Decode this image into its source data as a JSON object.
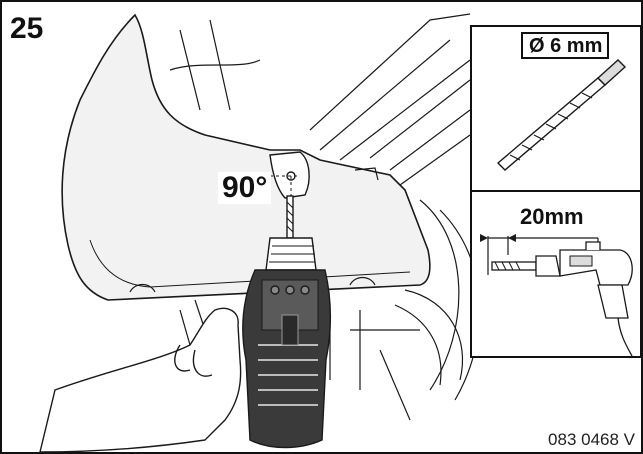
{
  "step": {
    "number": "25"
  },
  "main_view": {
    "angle": "90°"
  },
  "detail_drill_bit": {
    "size": "Ø 6 mm"
  },
  "detail_depth": {
    "depth": "20mm"
  },
  "footer": {
    "part_number": "083 0468 V"
  },
  "colors": {
    "line": "#1a1a1a",
    "panel_border": "#111111",
    "fill": "#ffffff",
    "shade": "#e6e6e6"
  }
}
